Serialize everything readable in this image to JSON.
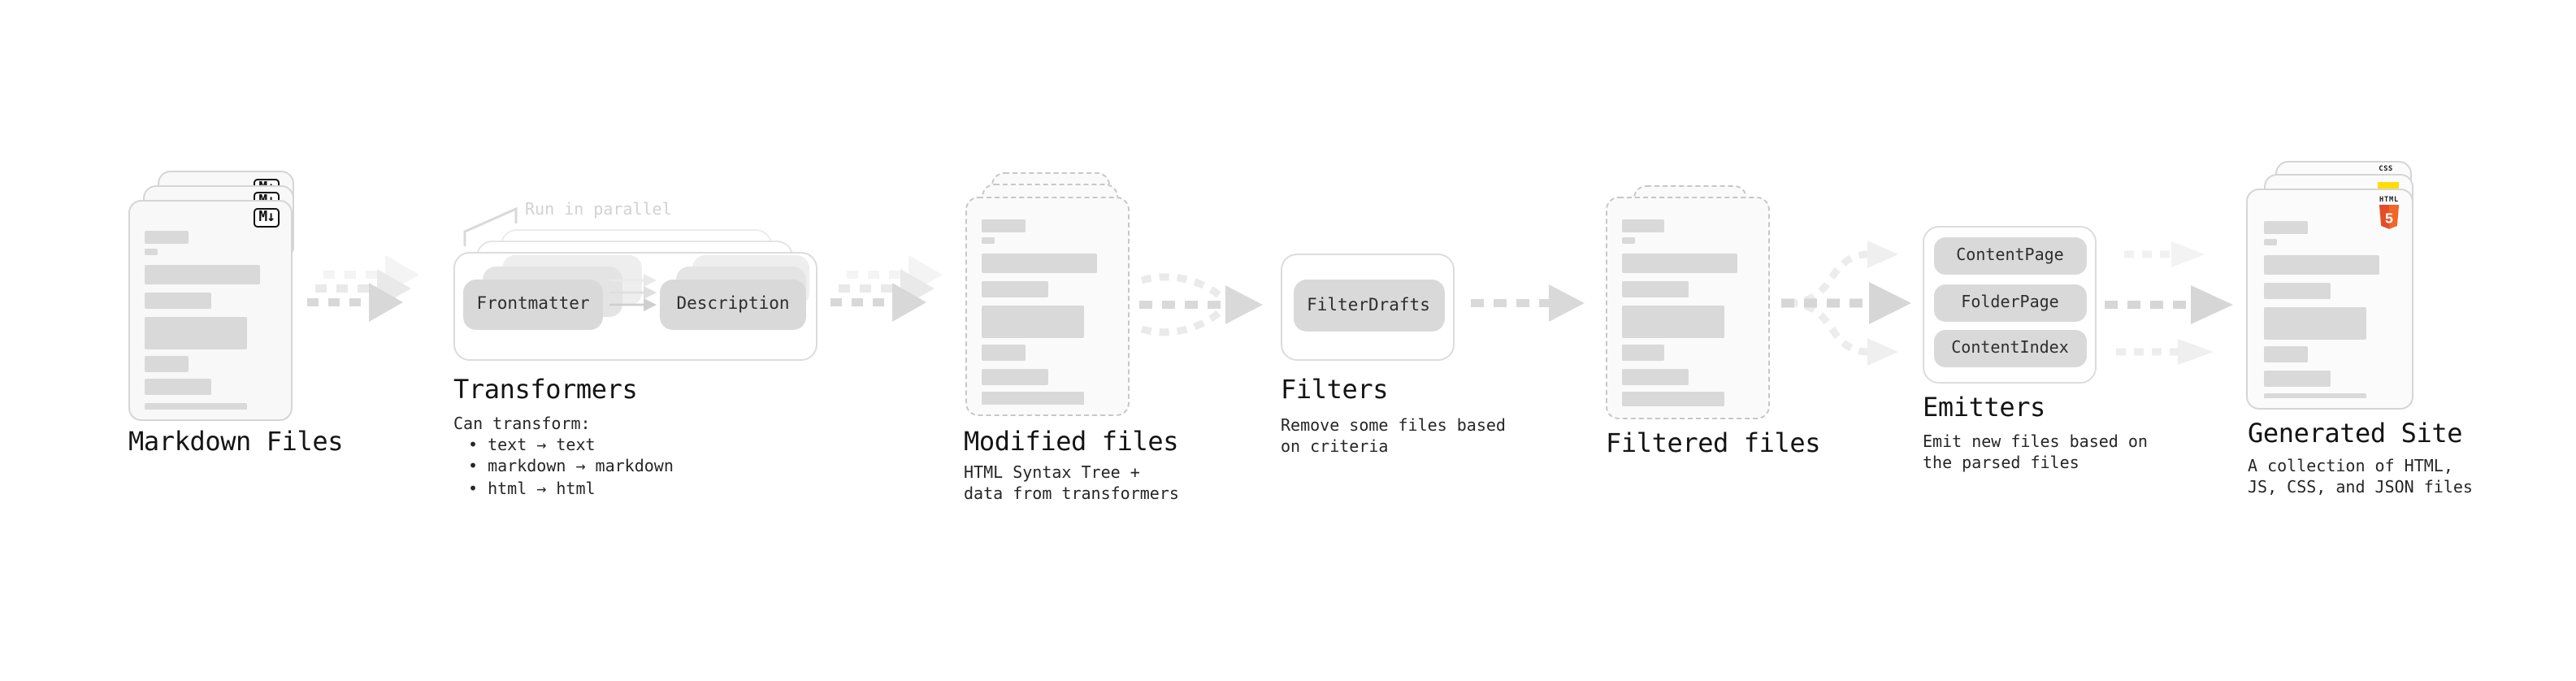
{
  "stages": {
    "markdown_files": {
      "title": "Markdown Files"
    },
    "transformers": {
      "title": "Transformers",
      "annotation": "Run in parallel",
      "pills": [
        "Frontmatter",
        "Description"
      ],
      "desc_heading": "Can transform:",
      "bullets": [
        "• text → text",
        "• markdown → markdown",
        "• html → html"
      ]
    },
    "modified_files": {
      "title": "Modified files",
      "desc_line1": "HTML Syntax Tree +",
      "desc_line2": "data from transformers"
    },
    "filters": {
      "title": "Filters",
      "pills": [
        "FilterDrafts"
      ],
      "desc_line1": "Remove some files based",
      "desc_line2": "on criteria"
    },
    "filtered_files": {
      "title": "Filtered files"
    },
    "emitters": {
      "title": "Emitters",
      "pills": [
        "ContentPage",
        "FolderPage",
        "ContentIndex"
      ],
      "desc_line1": "Emit new files based on",
      "desc_line2": "the parsed files"
    },
    "generated_site": {
      "title": "Generated Site",
      "desc_line1": "A collection of HTML,",
      "desc_line2": "JS, CSS, and JSON files"
    }
  },
  "badges": {
    "markdown": "M↓",
    "css_label": "CSS",
    "html5_label": "HTML",
    "html5_number": "5"
  },
  "colors": {
    "html5_orange": "#e44d26",
    "html5_orange_light": "#f16529",
    "js_yellow": "#ffdd02",
    "css_blue": "#2b66f0",
    "doc_bar_gray": "#d9d9d9",
    "arrow_gray": "#d8d8d8",
    "annotation_gray": "#d2d2d2"
  },
  "decor": {
    "doc_bars": [
      [
        33,
        8,
        0
      ],
      [
        10,
        4,
        3
      ],
      [
        88,
        12,
        6
      ],
      [
        51,
        10,
        5
      ],
      [
        78,
        20,
        5
      ],
      [
        33,
        10,
        4
      ],
      [
        51,
        10,
        4.5
      ],
      [
        78,
        9,
        4.5
      ]
    ]
  }
}
